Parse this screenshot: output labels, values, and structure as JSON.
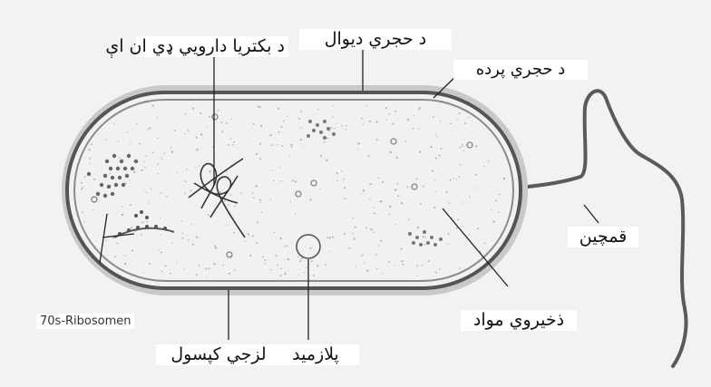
{
  "labels": {
    "dna": "د بکتریا دارويي ډي ان اې",
    "cell_wall": "د حجري ديوال",
    "cell_membrane": "د حجري پرده",
    "flagellum": "قمچين",
    "ribosomes": "70s-Ribosomen",
    "capsule": "لزجي کپسول",
    "plasmid": "پلازميد",
    "storage": "ذخيروي مواد"
  },
  "colors": {
    "background": "#f2f2f2",
    "capsule": "#c9c9c9",
    "cell_wall": "#555555",
    "cytoplasm": "#f1f1f1",
    "flagellum": "#5a5a5a",
    "label_box": "#ffffff"
  }
}
